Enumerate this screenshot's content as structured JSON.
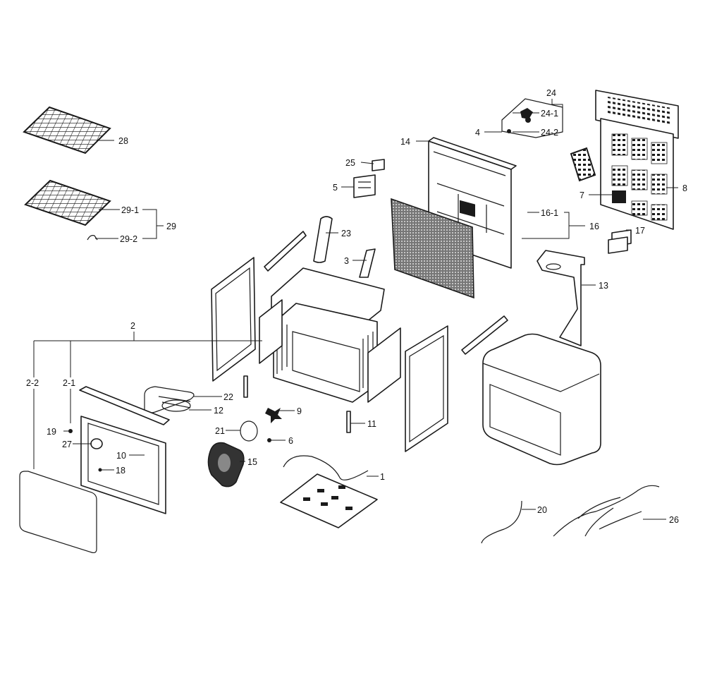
{
  "labels": {
    "l1": "1",
    "l2": "2",
    "l2_1": "2-1",
    "l2_2": "2-2",
    "l3": "3",
    "l4": "4",
    "l5": "5",
    "l6": "6",
    "l7": "7",
    "l8": "8",
    "l9": "9",
    "l10": "10",
    "l11": "11",
    "l12": "12",
    "l13": "13",
    "l14": "14",
    "l15": "15",
    "l16": "16",
    "l16_1": "16-1",
    "l17": "17",
    "l18": "18",
    "l19": "19",
    "l20": "20",
    "l21": "21",
    "l22": "22",
    "l23": "23",
    "l24": "24",
    "l24_1": "24-1",
    "l24_2": "24-2",
    "l25": "25",
    "l26": "26",
    "l27": "27",
    "l28": "28",
    "l29": "29",
    "l29_1": "29-1",
    "l29_2": "29-2"
  },
  "colors": {
    "line": "#1a1a1a",
    "background": "#ffffff"
  }
}
